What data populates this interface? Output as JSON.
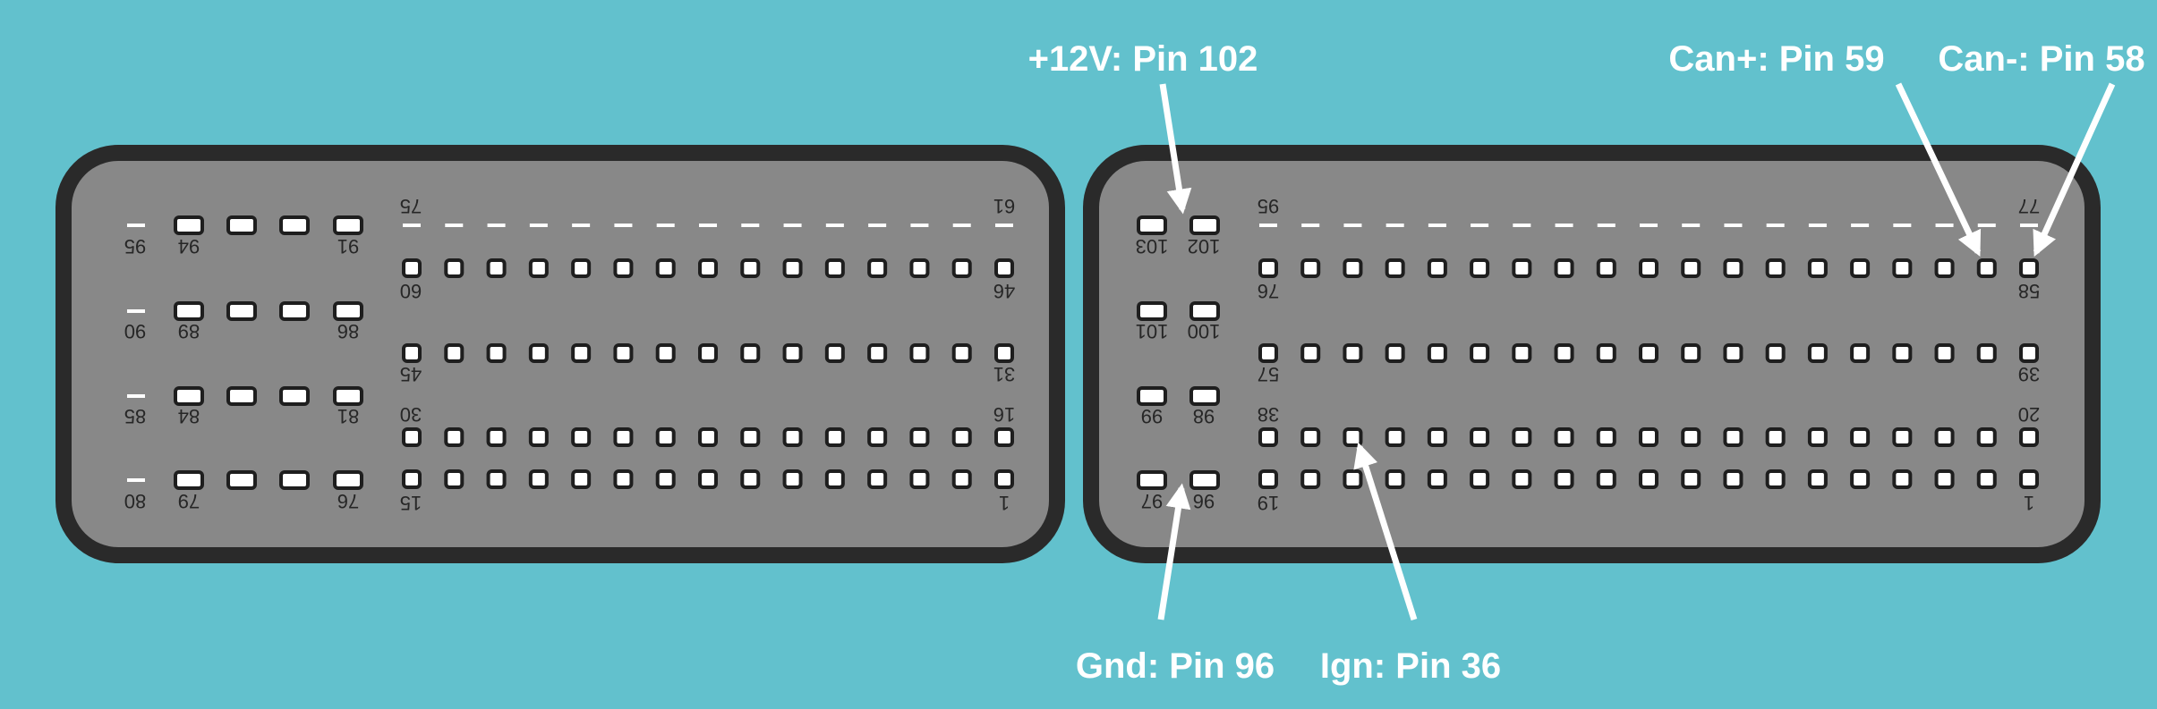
{
  "colors": {
    "background": "#62c1cd",
    "housing": "#2a2a2a",
    "face": "#888888",
    "pin_fill": "#ffffff",
    "pin_stroke": "#1e1e1e",
    "label_text": "#262626",
    "callout": "#ffffff"
  },
  "left_connector": {
    "labels": [
      "61",
      "75",
      "46",
      "60",
      "31",
      "45",
      "16",
      "30",
      "1",
      "15",
      "91",
      "94",
      "95",
      "86",
      "89",
      "90",
      "81",
      "84",
      "85",
      "76",
      "79",
      "80"
    ]
  },
  "right_connector": {
    "labels": [
      "77",
      "95",
      "58",
      "76",
      "39",
      "57",
      "20",
      "38",
      "1",
      "19",
      "102",
      "103",
      "100",
      "101",
      "98",
      "99",
      "96",
      "97"
    ]
  },
  "callouts": [
    {
      "id": "v12",
      "text": "+12V: Pin 102"
    },
    {
      "id": "canp",
      "text": "Can+: Pin 59"
    },
    {
      "id": "canm",
      "text": "Can-: Pin 58"
    },
    {
      "id": "gnd",
      "text": "Gnd: Pin 96"
    },
    {
      "id": "ign",
      "text": "Ign: Pin 36"
    }
  ]
}
